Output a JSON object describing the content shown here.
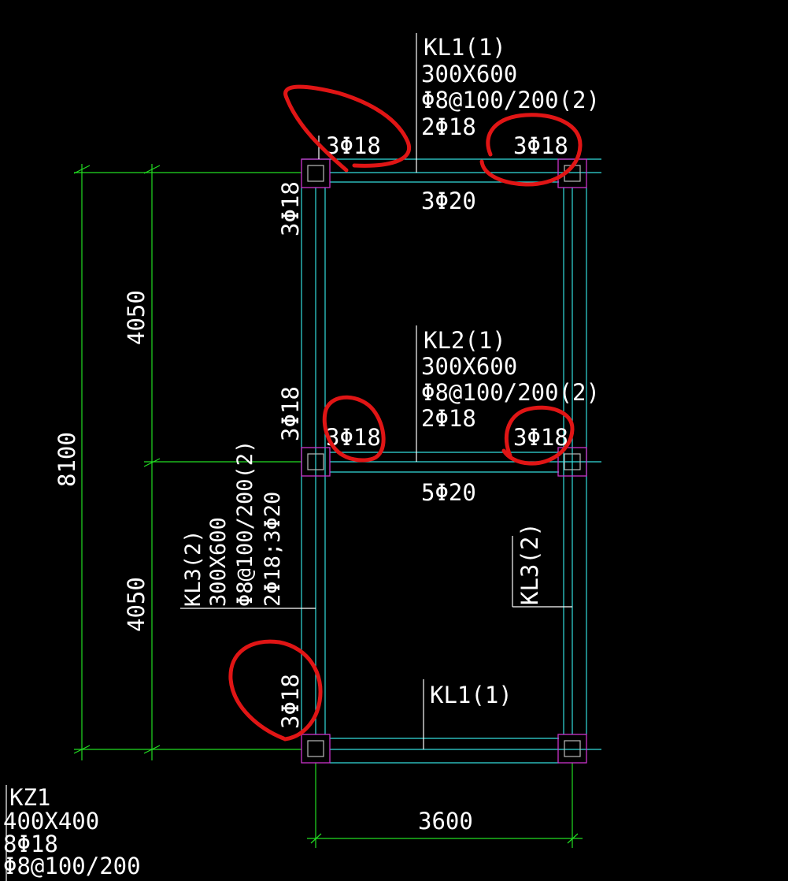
{
  "beams": {
    "kl1_top": {
      "name": "KL1(1)",
      "size": "300X600",
      "stirrup": "Φ8@100/200(2)",
      "top_bar": "2Φ18"
    },
    "kl2": {
      "name": "KL2(1)",
      "size": "300X600",
      "stirrup": "Φ8@100/200(2)",
      "top_bar": "2Φ18"
    },
    "kl3_left": {
      "name": "KL3(2)",
      "size": "300X600",
      "stirrup": "Φ8@100/200(2)",
      "bars": "2Φ18;3Φ20"
    },
    "kl3_right": {
      "name": "KL3(2)"
    },
    "kl1_bottom": {
      "name": "KL1(1)"
    }
  },
  "column": {
    "name": "KZ1",
    "size": "400X400",
    "bars": "8Φ18",
    "stirrup": "Φ8@100/200"
  },
  "bars": {
    "top_left": "3Φ18",
    "top_right": "3Φ18",
    "bottom_top_beam": "3Φ20",
    "mid_left": "3Φ18",
    "mid_right": "3Φ18",
    "bottom_mid_beam": "5Φ20",
    "left_upper": "3Φ18",
    "left_mid": "3Φ18",
    "left_lower": "3Φ18"
  },
  "dimensions": {
    "total": "8100",
    "upper": "4050",
    "lower": "4050",
    "width": "3600"
  },
  "colors": {
    "background": "#000000",
    "dimension": "#22dd22",
    "beam": "#33dddd",
    "column": "#cc33cc",
    "markup": "#e01515"
  }
}
